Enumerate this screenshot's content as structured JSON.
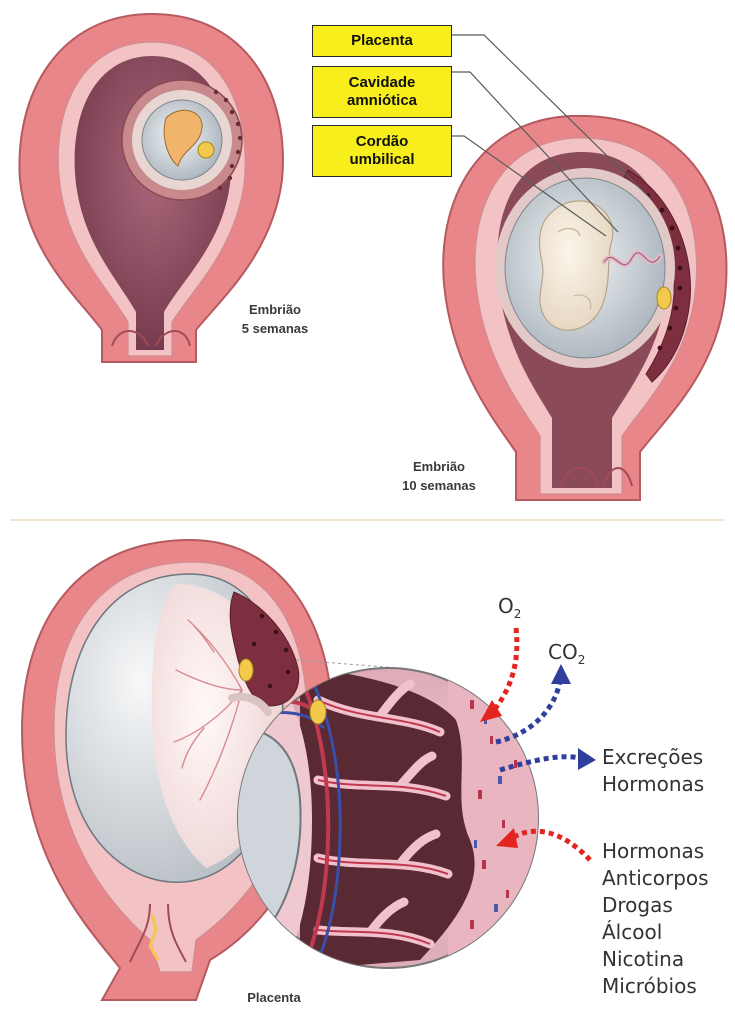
{
  "labels": {
    "placenta": "Placenta",
    "cavidade": "Cavidade\namniótica",
    "cordao": "Cordão\numbilical"
  },
  "captions": {
    "embriao5": "Embrião\n5 semanas",
    "embriao10": "Embrião\n10 semanas",
    "placenta": "Placenta"
  },
  "gases": {
    "o2_base": "O",
    "o2_sub": "2",
    "co2_base": "CO",
    "co2_sub": "2"
  },
  "outgoing": [
    "Excreções",
    "Hormonas"
  ],
  "incoming": [
    "Hormonas",
    "Anticorpos",
    "Drogas",
    "Álcool",
    "Nicotina",
    "Micróbios"
  ],
  "colors": {
    "label_fill": "#f7ee1b",
    "uterus_wall": "#e9868a",
    "arrow_in": "#e32421",
    "arrow_out": "#2e3f9e"
  }
}
